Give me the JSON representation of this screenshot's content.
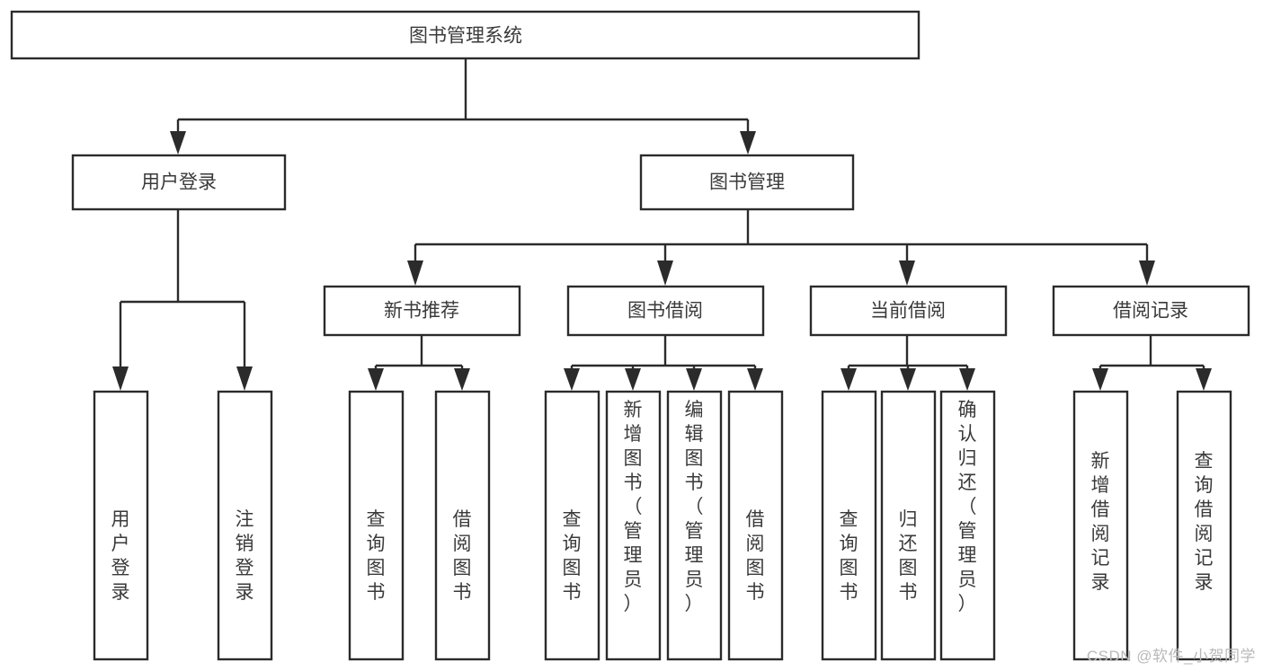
{
  "diagram": {
    "title_node": {
      "label": "图书管理系统"
    },
    "level2": [
      {
        "id": "user-login",
        "label": "用户登录"
      },
      {
        "id": "book-management",
        "label": "图书管理"
      }
    ],
    "level3": [
      {
        "id": "new-book-recommend",
        "label": "新书推荐"
      },
      {
        "id": "book-borrow",
        "label": "图书借阅"
      },
      {
        "id": "current-borrow",
        "label": "当前借阅"
      },
      {
        "id": "borrow-record",
        "label": "借阅记录"
      }
    ],
    "leaves": {
      "user_login": [
        {
          "id": "leaf-user-login",
          "label": "用户登录"
        },
        {
          "id": "leaf-logout-login",
          "label": "注销登录"
        }
      ],
      "new_book_recommend": [
        {
          "id": "leaf-query-book-1",
          "label": "查询图书"
        },
        {
          "id": "leaf-borrow-book-1",
          "label": "借阅图书"
        }
      ],
      "book_borrow": [
        {
          "id": "leaf-query-book-2",
          "label": "查询图书"
        },
        {
          "id": "leaf-add-book",
          "label": "新增图书（管理员）"
        },
        {
          "id": "leaf-edit-book",
          "label": "编辑图书（管理员）"
        },
        {
          "id": "leaf-borrow-book-2",
          "label": "借阅图书"
        }
      ],
      "current_borrow": [
        {
          "id": "leaf-query-book-3",
          "label": "查询图书"
        },
        {
          "id": "leaf-return-book",
          "label": "归还图书"
        },
        {
          "id": "leaf-confirm-return",
          "label": "确认归还（管理员）"
        }
      ],
      "borrow_record": [
        {
          "id": "leaf-add-record",
          "label": "新增借阅记录"
        },
        {
          "id": "leaf-query-record",
          "label": "查询借阅记录"
        }
      ]
    },
    "colors": {
      "background": "#ffffff",
      "box_fill": "#ffffff",
      "stroke": "#2b2b2b",
      "text": "#3a3a3a",
      "watermark": "#b9b9b9"
    }
  },
  "watermark": {
    "text": "CSDN @软件_小贺同学"
  }
}
